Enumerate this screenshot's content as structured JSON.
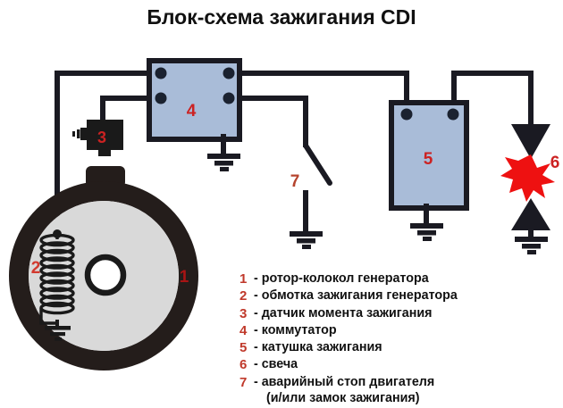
{
  "title": "Блок-схема зажигания CDI",
  "colors": {
    "block_fill": "#a9bcd8",
    "outline": "#1a1a22",
    "label_red": "#cc2222",
    "legend_num_red": "#c0392b",
    "spark_red": "#ee1111",
    "rotor_black": "#241d1b",
    "rotor_inner": "#d9d9d9",
    "background": "#ffffff"
  },
  "diagram": {
    "labels": [
      {
        "id": "1",
        "text": "1",
        "role": "rotor-bell-label"
      },
      {
        "id": "2",
        "text": "2",
        "role": "generator-coil-label"
      },
      {
        "id": "3",
        "text": "3",
        "role": "timing-sensor-label"
      },
      {
        "id": "4",
        "text": "4",
        "role": "cdi-unit-label"
      },
      {
        "id": "5",
        "text": "5",
        "role": "ignition-coil-label"
      },
      {
        "id": "6",
        "text": "6",
        "role": "spark-plug-label"
      },
      {
        "id": "7",
        "text": "7",
        "role": "kill-switch-label"
      }
    ]
  },
  "legend": {
    "items": [
      {
        "num": "1",
        "text": "- ротор-колокол генератора"
      },
      {
        "num": "2",
        "text": "- обмотка зажигания генератора"
      },
      {
        "num": "3",
        "text": "- датчик момента зажигания"
      },
      {
        "num": "4",
        "text": "- коммутатор"
      },
      {
        "num": "5",
        "text": "- катушка зажигания"
      },
      {
        "num": "6",
        "text": "- свеча"
      },
      {
        "num": "7",
        "text": "- аварийный стоп двигателя"
      }
    ],
    "item7_second_line": "(и/или замок зажигания)"
  }
}
